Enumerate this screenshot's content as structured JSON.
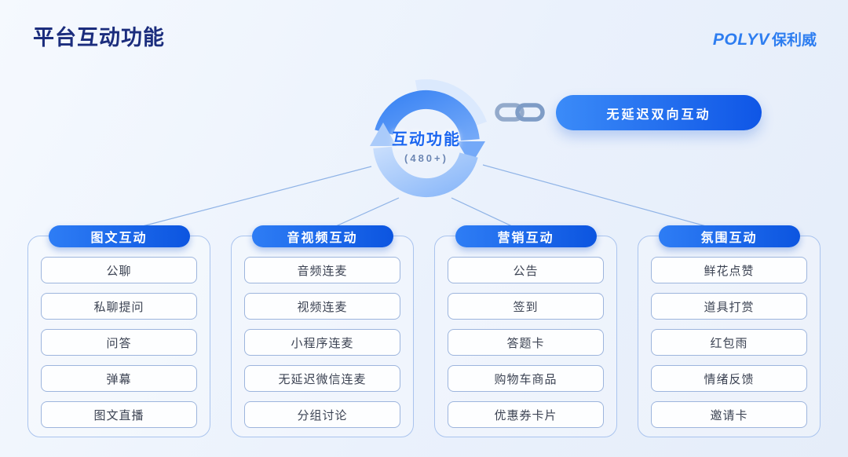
{
  "header": {
    "title": "平台互动功能",
    "logo_latin": "POLYV",
    "logo_cn": "保利威"
  },
  "hub": {
    "title": "互动功能",
    "subtitle": "(480+)",
    "badge": "无延迟双向互动"
  },
  "columns": [
    {
      "header": "图文互动",
      "items": [
        "公聊",
        "私聊提问",
        "问答",
        "弹幕",
        "图文直播"
      ]
    },
    {
      "header": "音视频互动",
      "items": [
        "音频连麦",
        "视频连麦",
        "小程序连麦",
        "无延迟微信连麦",
        "分组讨论"
      ]
    },
    {
      "header": "营销互动",
      "items": [
        "公告",
        "签到",
        "答题卡",
        "购物车商品",
        "优惠券卡片"
      ]
    },
    {
      "header": "氛围互动",
      "items": [
        "鲜花点赞",
        "道具打赏",
        "红包雨",
        "情绪反馈",
        "邀请卡"
      ]
    }
  ],
  "colors": {
    "accent_blue": "#1e6bf2",
    "title_navy": "#1b2d7d",
    "connector_line": "#8fb3e6",
    "item_border": "#9db5dd"
  }
}
